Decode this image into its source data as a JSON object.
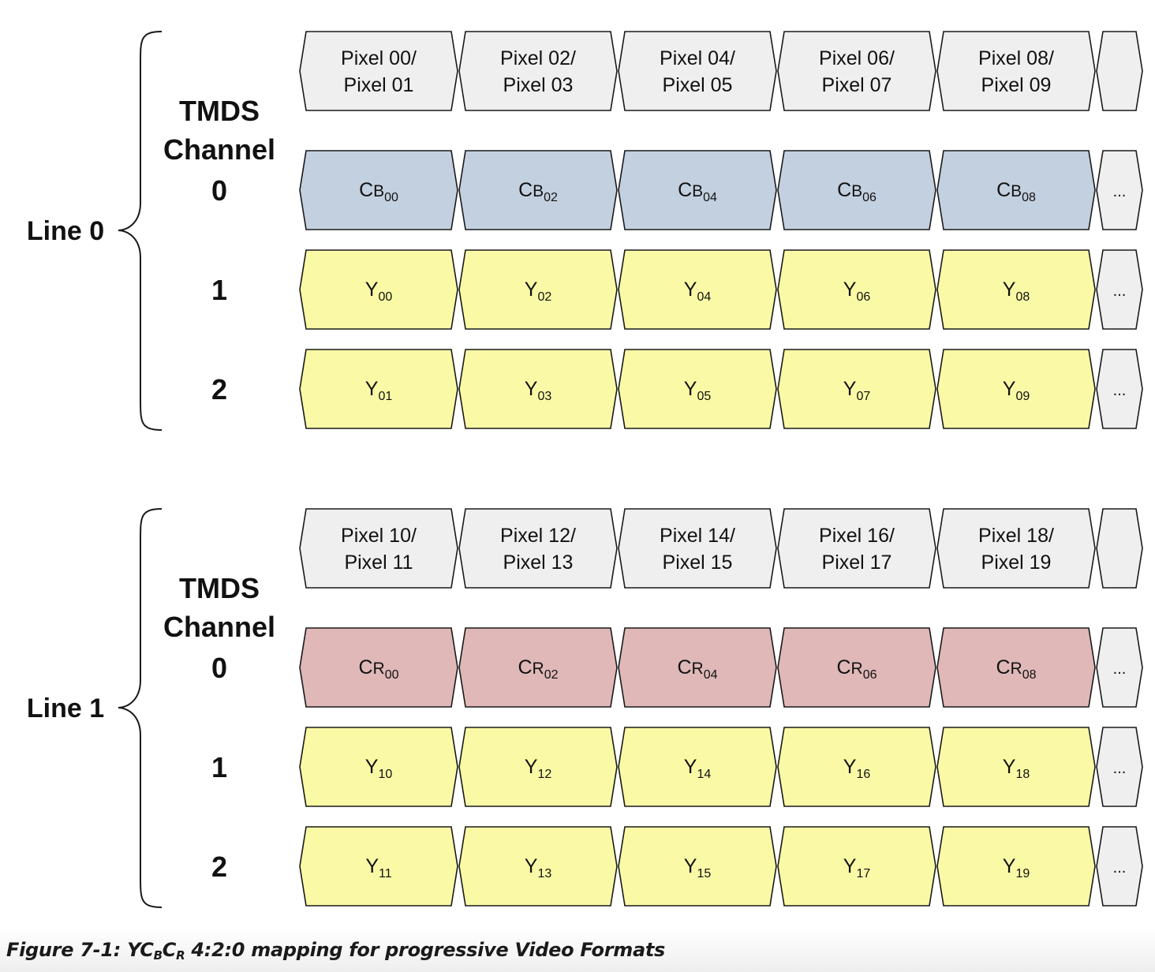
{
  "caption": {
    "prefix": "Figure 7-1: YC",
    "sub_b": "B",
    "mid": "C",
    "sub_r": "R",
    "suffix": " 4:2:0 mapping for progressive Video Formats"
  },
  "colors": {
    "pixel_fill": "#efefef",
    "cb_fill": "#c3d0e0",
    "cr_fill": "#dfb8b7",
    "y_fill": "#fafaa6",
    "ellipsis_fill": "#efefef",
    "stroke": "#1a1a1a"
  },
  "groups": [
    {
      "line_label": "Line 0",
      "tmds": [
        "TMDS",
        "Channel"
      ],
      "pixel_row": [
        [
          "Pixel 00/",
          "Pixel 01"
        ],
        [
          "Pixel 02/",
          "Pixel 03"
        ],
        [
          "Pixel 04/",
          "Pixel 05"
        ],
        [
          "Pixel 06/",
          "Pixel 07"
        ],
        [
          "Pixel 08/",
          "Pixel 09"
        ]
      ],
      "channels": [
        {
          "number": "0",
          "kind": "cb",
          "cells": [
            {
              "main": "C",
              "small": "B",
              "sub": "00"
            },
            {
              "main": "C",
              "small": "B",
              "sub": "02"
            },
            {
              "main": "C",
              "small": "B",
              "sub": "04"
            },
            {
              "main": "C",
              "small": "B",
              "sub": "06"
            },
            {
              "main": "C",
              "small": "B",
              "sub": "08"
            }
          ],
          "ellipsis": "..."
        },
        {
          "number": "1",
          "kind": "y",
          "cells": [
            {
              "main": "Y",
              "small": "",
              "sub": "00"
            },
            {
              "main": "Y",
              "small": "",
              "sub": "02"
            },
            {
              "main": "Y",
              "small": "",
              "sub": "04"
            },
            {
              "main": "Y",
              "small": "",
              "sub": "06"
            },
            {
              "main": "Y",
              "small": "",
              "sub": "08"
            }
          ],
          "ellipsis": "..."
        },
        {
          "number": "2",
          "kind": "y",
          "cells": [
            {
              "main": "Y",
              "small": "",
              "sub": "01"
            },
            {
              "main": "Y",
              "small": "",
              "sub": "03"
            },
            {
              "main": "Y",
              "small": "",
              "sub": "05"
            },
            {
              "main": "Y",
              "small": "",
              "sub": "07"
            },
            {
              "main": "Y",
              "small": "",
              "sub": "09"
            }
          ],
          "ellipsis": "..."
        }
      ]
    },
    {
      "line_label": "Line 1",
      "tmds": [
        "TMDS",
        "Channel"
      ],
      "pixel_row": [
        [
          "Pixel 10/",
          "Pixel 11"
        ],
        [
          "Pixel 12/",
          "Pixel 13"
        ],
        [
          "Pixel 14/",
          "Pixel 15"
        ],
        [
          "Pixel 16/",
          "Pixel 17"
        ],
        [
          "Pixel 18/",
          "Pixel 19"
        ]
      ],
      "channels": [
        {
          "number": "0",
          "kind": "cr",
          "cells": [
            {
              "main": "C",
              "small": "R",
              "sub": "00"
            },
            {
              "main": "C",
              "small": "R",
              "sub": "02"
            },
            {
              "main": "C",
              "small": "R",
              "sub": "04"
            },
            {
              "main": "C",
              "small": "R",
              "sub": "06"
            },
            {
              "main": "C",
              "small": "R",
              "sub": "08"
            }
          ],
          "ellipsis": "..."
        },
        {
          "number": "1",
          "kind": "y",
          "cells": [
            {
              "main": "Y",
              "small": "",
              "sub": "10"
            },
            {
              "main": "Y",
              "small": "",
              "sub": "12"
            },
            {
              "main": "Y",
              "small": "",
              "sub": "14"
            },
            {
              "main": "Y",
              "small": "",
              "sub": "16"
            },
            {
              "main": "Y",
              "small": "",
              "sub": "18"
            }
          ],
          "ellipsis": "..."
        },
        {
          "number": "2",
          "kind": "y",
          "cells": [
            {
              "main": "Y",
              "small": "",
              "sub": "11"
            },
            {
              "main": "Y",
              "small": "",
              "sub": "13"
            },
            {
              "main": "Y",
              "small": "",
              "sub": "15"
            },
            {
              "main": "Y",
              "small": "",
              "sub": "17"
            },
            {
              "main": "Y",
              "small": "",
              "sub": "19"
            }
          ],
          "ellipsis": "..."
        }
      ]
    }
  ]
}
